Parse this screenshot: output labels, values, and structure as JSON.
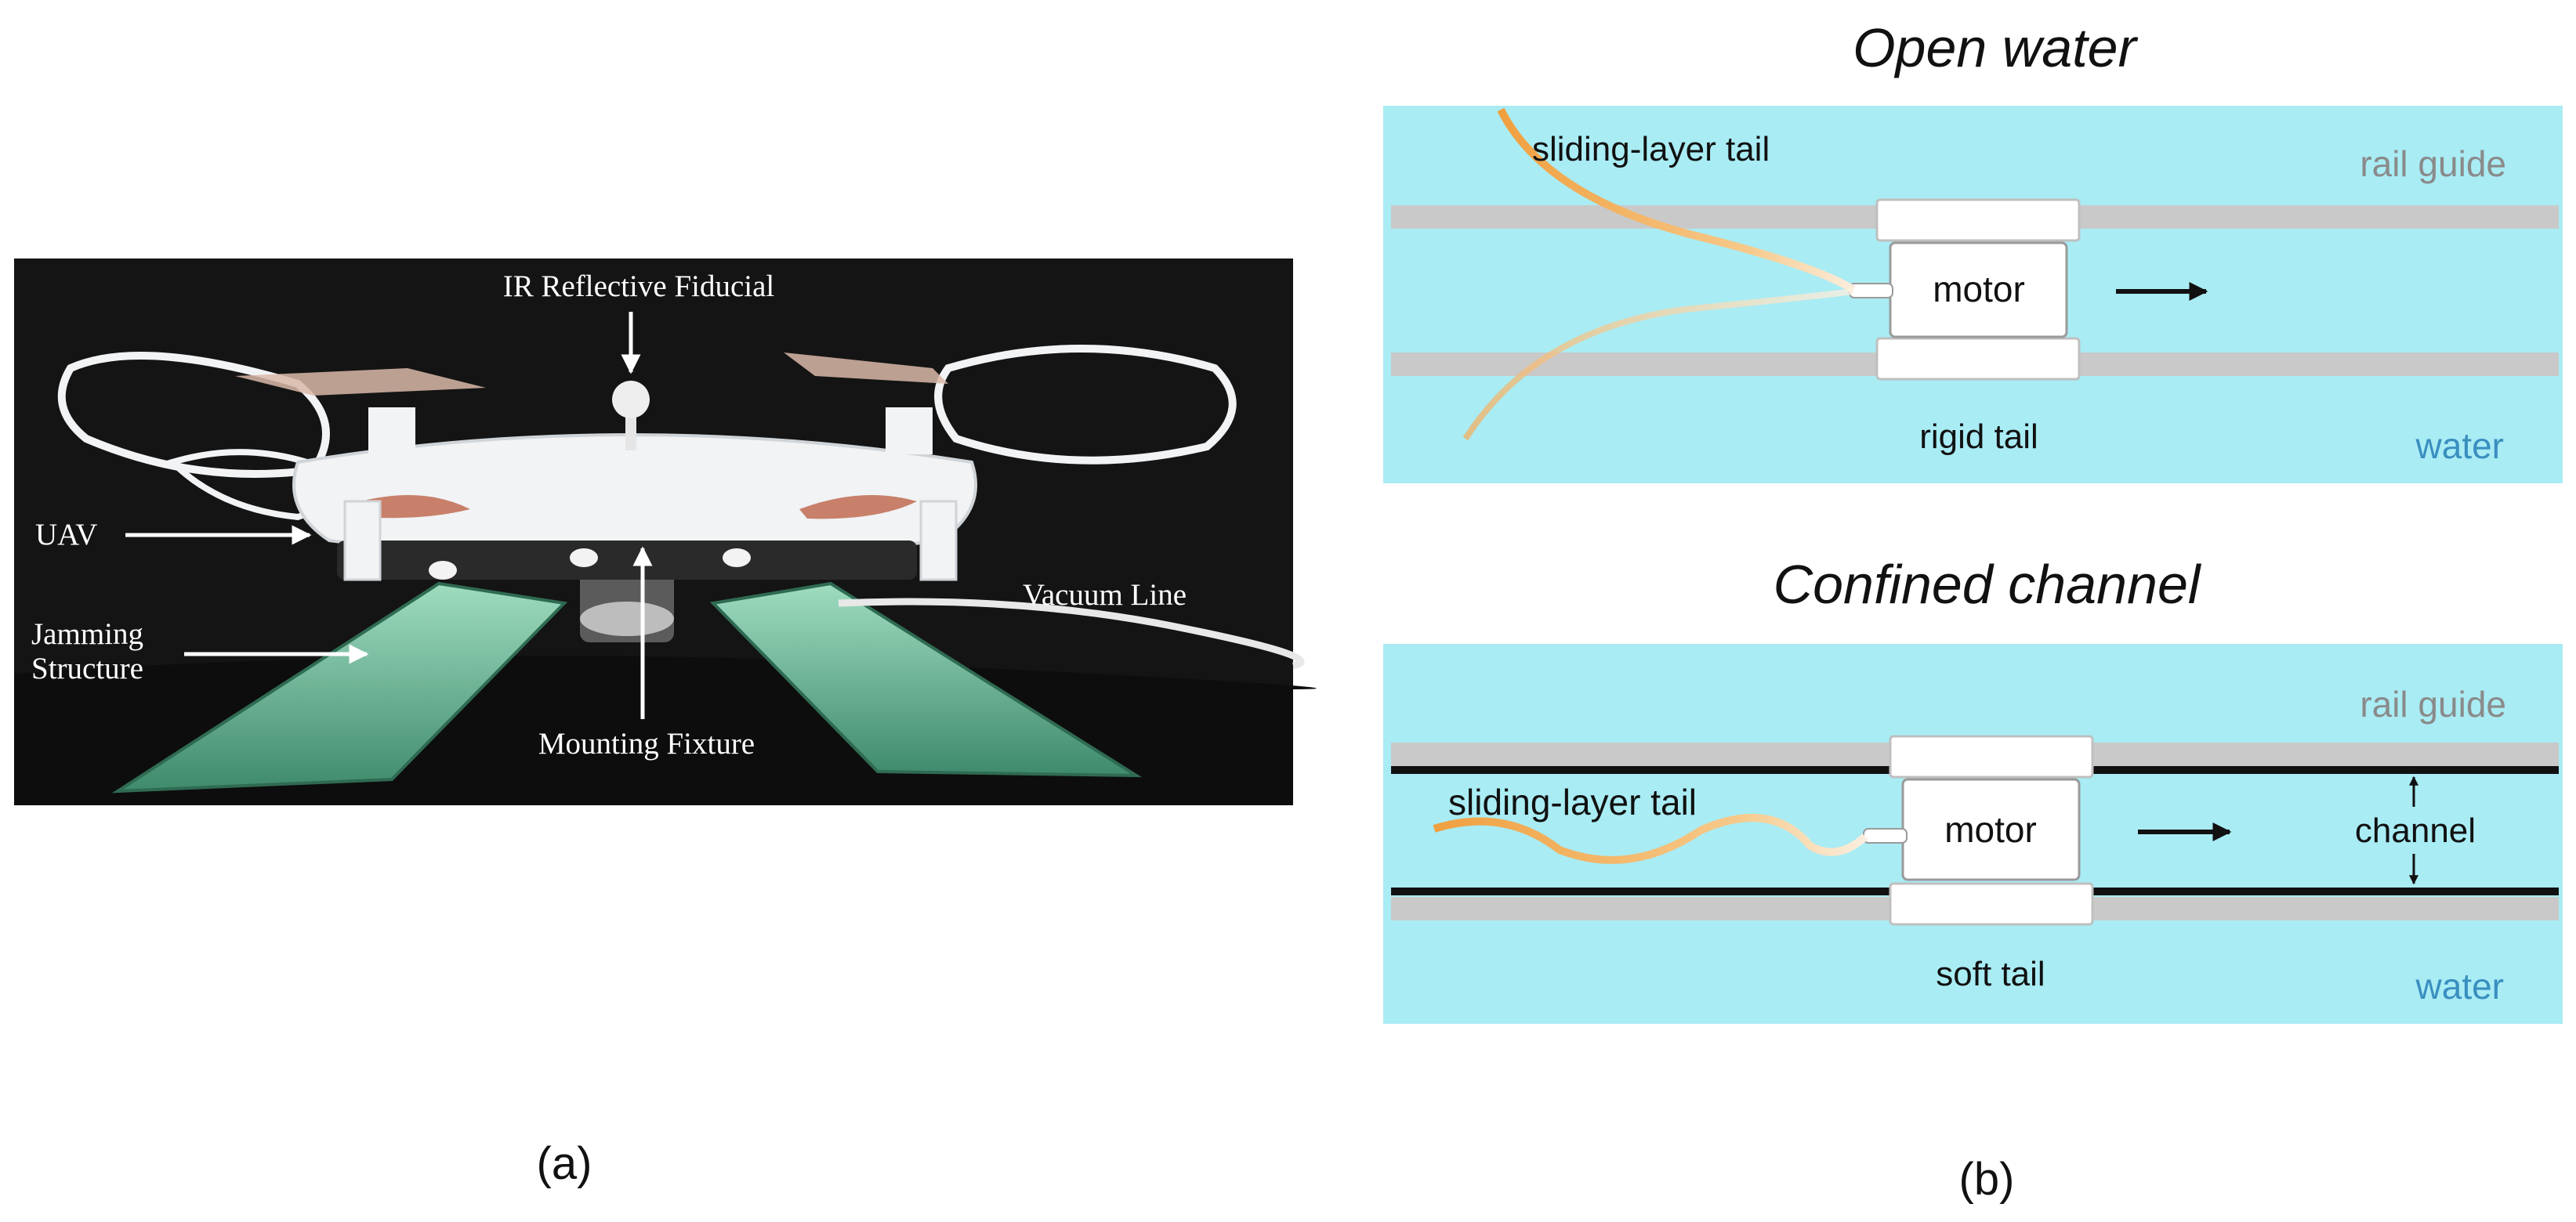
{
  "panel_a": {
    "caption": "(a)",
    "labels": {
      "ir_fiducial": "IR Reflective Fiducial",
      "uav": "UAV",
      "vacuum_line": "Vacuum Line",
      "jamming_line1": "Jamming",
      "jamming_line2": "Structure",
      "mounting_fixture": "Mounting Fixture"
    }
  },
  "panel_b": {
    "caption": "(b)",
    "open_water": {
      "title": "Open water",
      "sliding_tail": "sliding-layer tail",
      "rail_guide": "rail guide",
      "motor": "motor",
      "rigid_tail": "rigid tail",
      "water": "water"
    },
    "confined_channel": {
      "title": "Confined channel",
      "rail_guide": "rail guide",
      "sliding_tail": "sliding-layer tail",
      "motor": "motor",
      "channel": "channel",
      "soft_tail": "soft tail",
      "water": "water"
    }
  },
  "colors": {
    "water": "#a9ecf4",
    "rail": "#c9c9c9",
    "tail_orange": "#f0a040",
    "drone_white": "#f1f3f5",
    "jamming_green": "#4e9a7c",
    "photo_bg": "#141414"
  }
}
